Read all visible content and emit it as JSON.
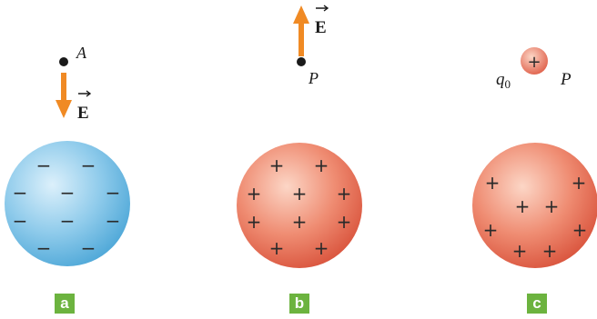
{
  "panels": [
    {
      "label": "a",
      "point_label": "A",
      "field_label": "E",
      "field_direction": "down",
      "sphere_charge": "negative",
      "charge_symbol": "−"
    },
    {
      "label": "b",
      "point_label": "P",
      "field_label": "E",
      "field_direction": "up",
      "sphere_charge": "positive",
      "charge_symbol": "+"
    },
    {
      "label": "c",
      "point_label": "P",
      "test_charge_label": "q",
      "test_charge_subscript": "0",
      "test_charge_symbol": "+",
      "sphere_charge": "positive",
      "charge_symbol": "+"
    }
  ],
  "colors": {
    "arrow": "#f08a24",
    "negative_sphere": "#5fb3de",
    "negative_sphere_light": "#d9eef9",
    "positive_sphere": "#e2614a",
    "positive_sphere_light": "#fbd2c2",
    "label_box": "#6cb33f",
    "dot": "#1a1a1a"
  }
}
